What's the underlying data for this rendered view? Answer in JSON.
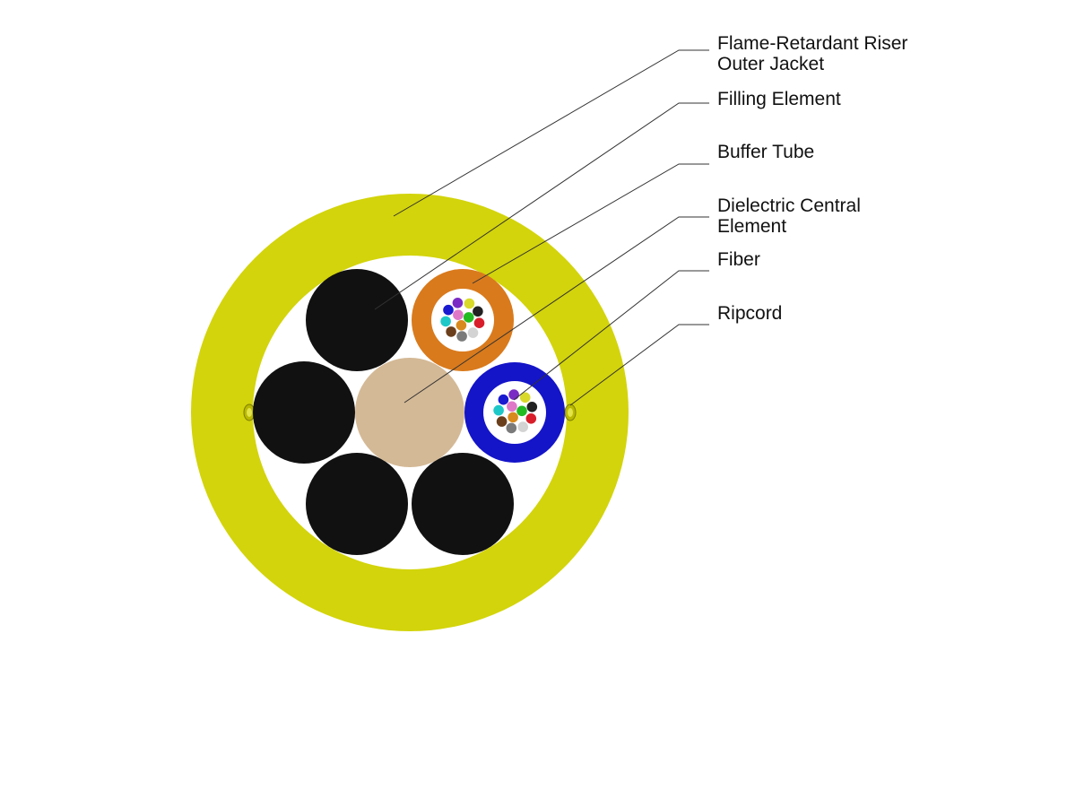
{
  "diagram": {
    "labels": [
      {
        "lines": [
          "Flame-Retardant Riser",
          "Outer Jacket"
        ]
      },
      {
        "lines": [
          "Filling Element"
        ]
      },
      {
        "lines": [
          "Buffer Tube"
        ]
      },
      {
        "lines": [
          "Dielectric Central",
          "Element"
        ]
      },
      {
        "lines": [
          "Fiber"
        ]
      },
      {
        "lines": [
          "Ripcord"
        ]
      }
    ]
  },
  "colors": {
    "jacket": "#d3d40b",
    "interior": "#ffffff",
    "filling_element": "#111111",
    "central_element": "#d4b996",
    "buffer_tube_1": "#d97a1c",
    "buffer_tube_2": "#1414c8",
    "leader_line": "#333333",
    "ripcord": "#b8b800",
    "fiber_colors": [
      "#7a2bc4",
      "#d9d92a",
      "#222222",
      "#d81e2a",
      "#d3d3d3",
      "#7a7a7a",
      "#6b3f1c",
      "#1ec8c8",
      "#1a1ad0",
      "#22bb22",
      "#d98a1c",
      "#e078c8"
    ]
  }
}
